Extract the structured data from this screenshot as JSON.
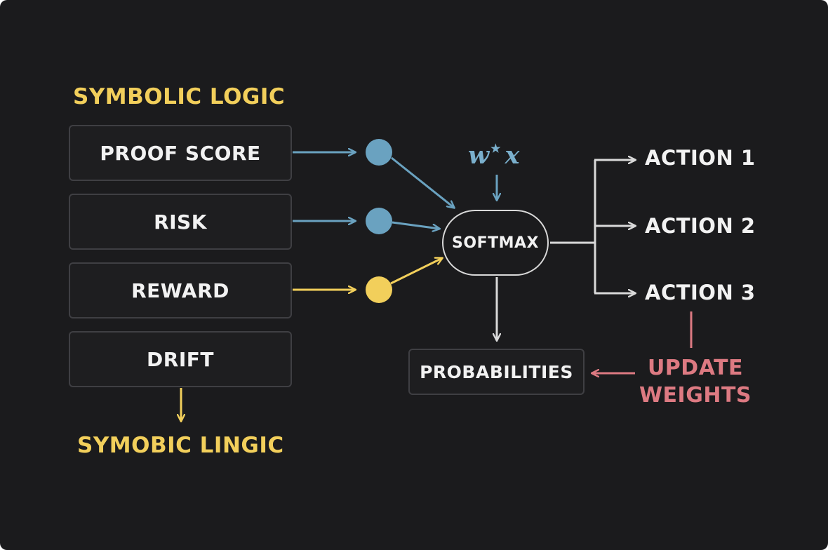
{
  "headers": {
    "top": "SYMBOLIC LOGIC",
    "bottom": "SYMOBIC LINGIC"
  },
  "inputs": [
    {
      "label": "PROOF SCORE"
    },
    {
      "label": "RISK"
    },
    {
      "label": "REWARD"
    },
    {
      "label": "DRIFT"
    }
  ],
  "formula": {
    "weight": "w",
    "star": "★",
    "input": "x"
  },
  "softmax": {
    "label": "SOFTMAX"
  },
  "probabilities": {
    "label": "PROBABILITIES"
  },
  "actions": [
    {
      "label": "ACTION 1"
    },
    {
      "label": "ACTION 2"
    },
    {
      "label": "ACTION 3"
    }
  ],
  "update": {
    "line1": "UPDATE",
    "line2": "WEIGHTS"
  },
  "colors": {
    "background": "#1b1b1d",
    "blue": "#6aa2c0",
    "yellow": "#f2cf5b",
    "white": "#d9d9d9",
    "pink": "#dd7a82",
    "box_border": "#3f3f43"
  }
}
